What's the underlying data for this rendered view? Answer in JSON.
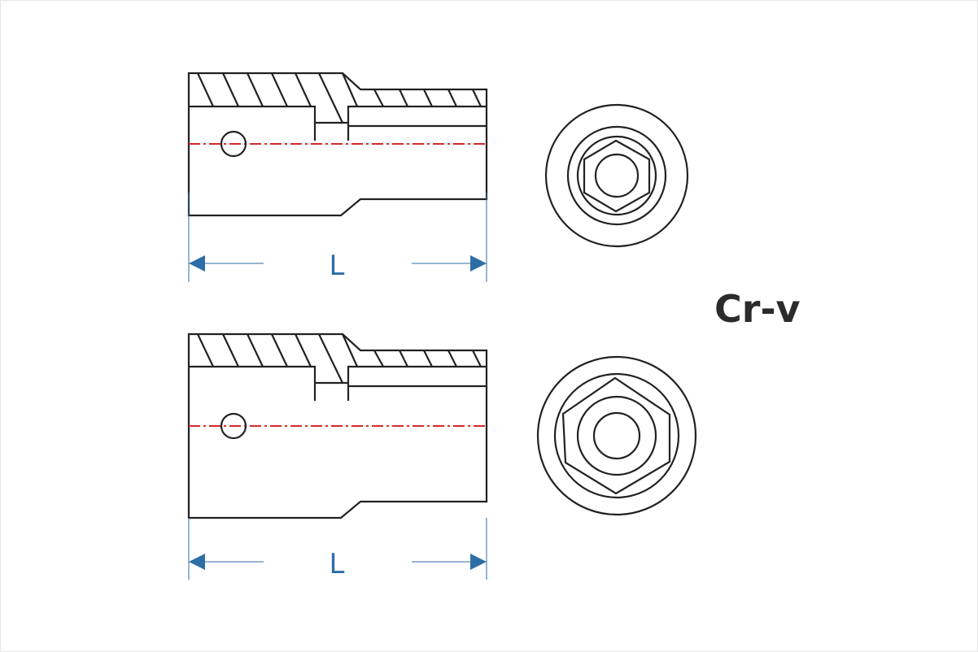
{
  "dimension_labels": {
    "top_length": "L",
    "bottom_length": "L"
  },
  "material_label": "Cr-v",
  "colors": {
    "outline": "#222222",
    "centerline": "#d42a2a",
    "dimension": "#2e6ea6"
  }
}
